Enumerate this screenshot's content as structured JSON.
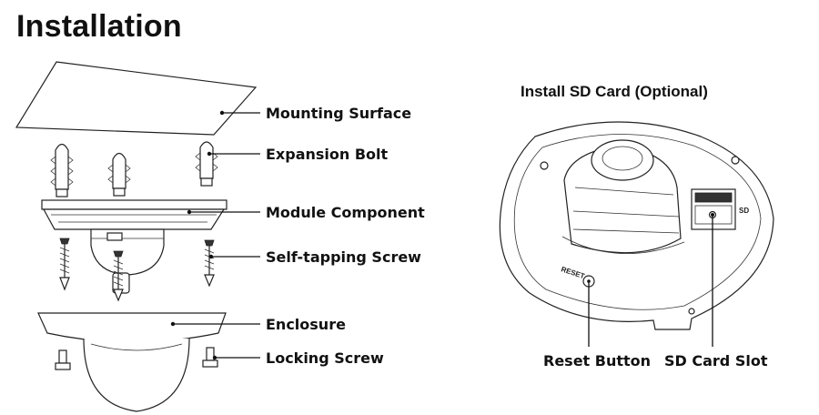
{
  "title": "Installation",
  "sd_section": {
    "title": "Install SD Card (Optional)"
  },
  "labels": {
    "mounting_surface": "Mounting Surface",
    "expansion_bolt": "Expansion Bolt",
    "module_component": "Module Component",
    "self_tapping_screw": "Self-tapping Screw",
    "enclosure": "Enclosure",
    "locking_screw": "Locking Screw",
    "reset_button": "Reset Button",
    "sd_card_slot": "SD Card Slot"
  },
  "printed_marks": {
    "reset": "RESET",
    "sd": "SD"
  }
}
